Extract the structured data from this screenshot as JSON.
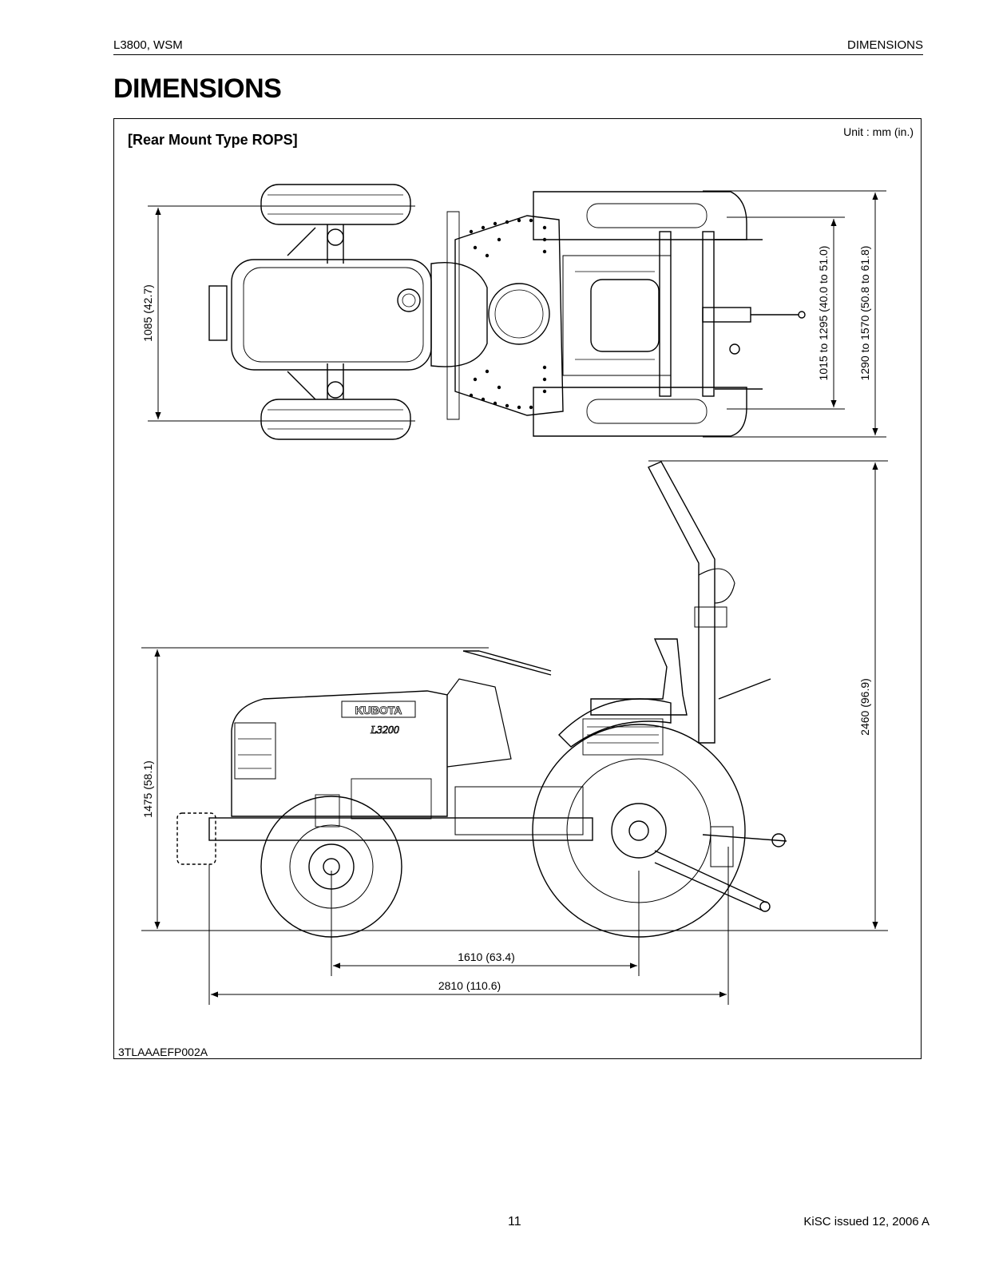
{
  "header": {
    "left": "L3800, WSM",
    "right": "DIMENSIONS"
  },
  "title": "DIMENSIONS",
  "figure": {
    "subtitle": "[Rear Mount Type ROPS]",
    "unit": "Unit : mm (in.)",
    "code": "3TLAAAEFP002A",
    "dimensions": {
      "front_track": "1085 (42.7)",
      "rear_track_inner": "1015 to 1295 (40.0 to 51.0)",
      "rear_track_outer": "1290 to 1570 (50.8 to 61.8)",
      "height_rops": "2460 (96.9)",
      "height_hood": "1475 (58.1)",
      "wheelbase": "1610 (63.4)",
      "overall_length": "2810 (110.6)"
    },
    "brand": "KUBOTA",
    "model_badge": "L3200"
  },
  "footer": {
    "page": "11",
    "issued": "KiSC issued 12, 2006 A"
  }
}
